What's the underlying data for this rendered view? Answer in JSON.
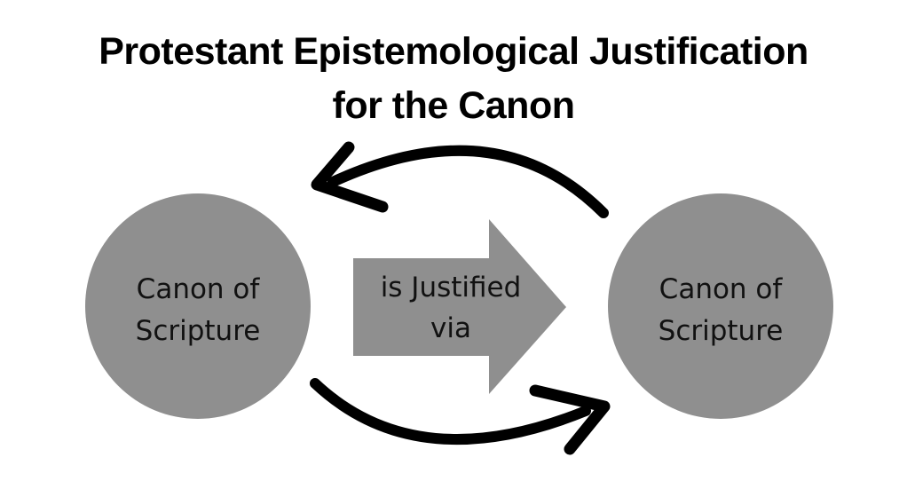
{
  "title": {
    "line1": "Protestant Epistemological Justification",
    "line2": "for the Canon"
  },
  "nodes": [
    {
      "id": "left",
      "line1": "Canon of",
      "line2": "Scripture"
    },
    {
      "id": "right",
      "line1": "Canon of",
      "line2": "Scripture"
    }
  ],
  "connector": {
    "line1": "is Justified",
    "line2": "via"
  },
  "colors": {
    "shape_fill": "#8f8f8f",
    "arrow_stroke": "#000000",
    "text": "#111111"
  }
}
